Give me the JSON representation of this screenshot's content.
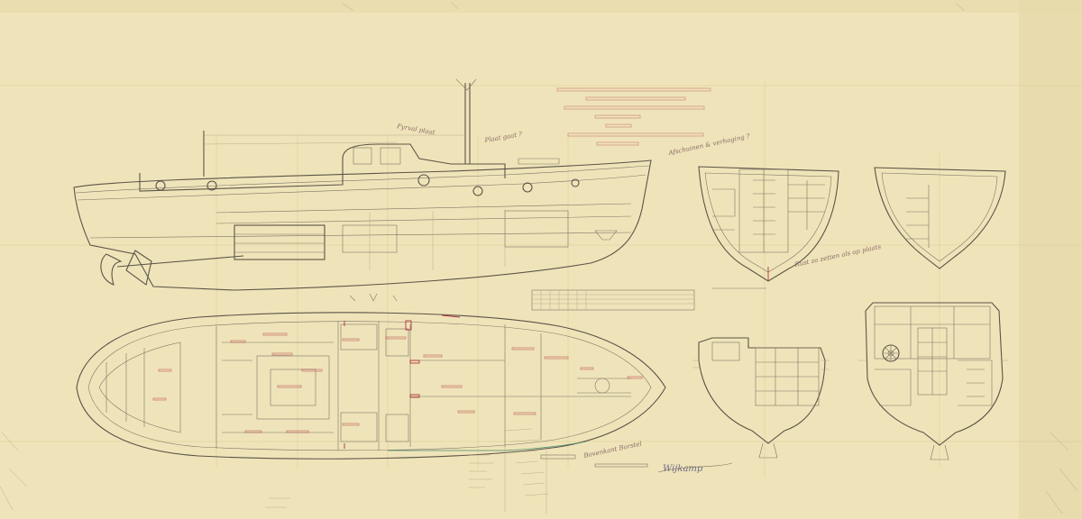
{
  "colors": {
    "paper": "#efe4b9",
    "ink": "#5b5448",
    "red_annotation": "#b0323c",
    "grid": "#d8c98f"
  },
  "title_block": {
    "lines": [
      "",
      "",
      "",
      "",
      "",
      "",
      ""
    ]
  },
  "pencil_notes": {
    "note_top_left": "Fyrval plaat",
    "note_top_center": "Plaat gaat ?",
    "note_right": "Afschuinen & verhoging ?",
    "note_section": "Rust zo zetten als op plaats",
    "note_bottom_center": "Bovenkant Borstel",
    "signature": "Wijkamp"
  },
  "views": [
    {
      "name": "side-elevation"
    },
    {
      "name": "deck-plan"
    },
    {
      "name": "section-aft-upper"
    },
    {
      "name": "section-fwd-upper"
    },
    {
      "name": "section-aft-lower"
    },
    {
      "name": "section-fwd-lower"
    }
  ]
}
